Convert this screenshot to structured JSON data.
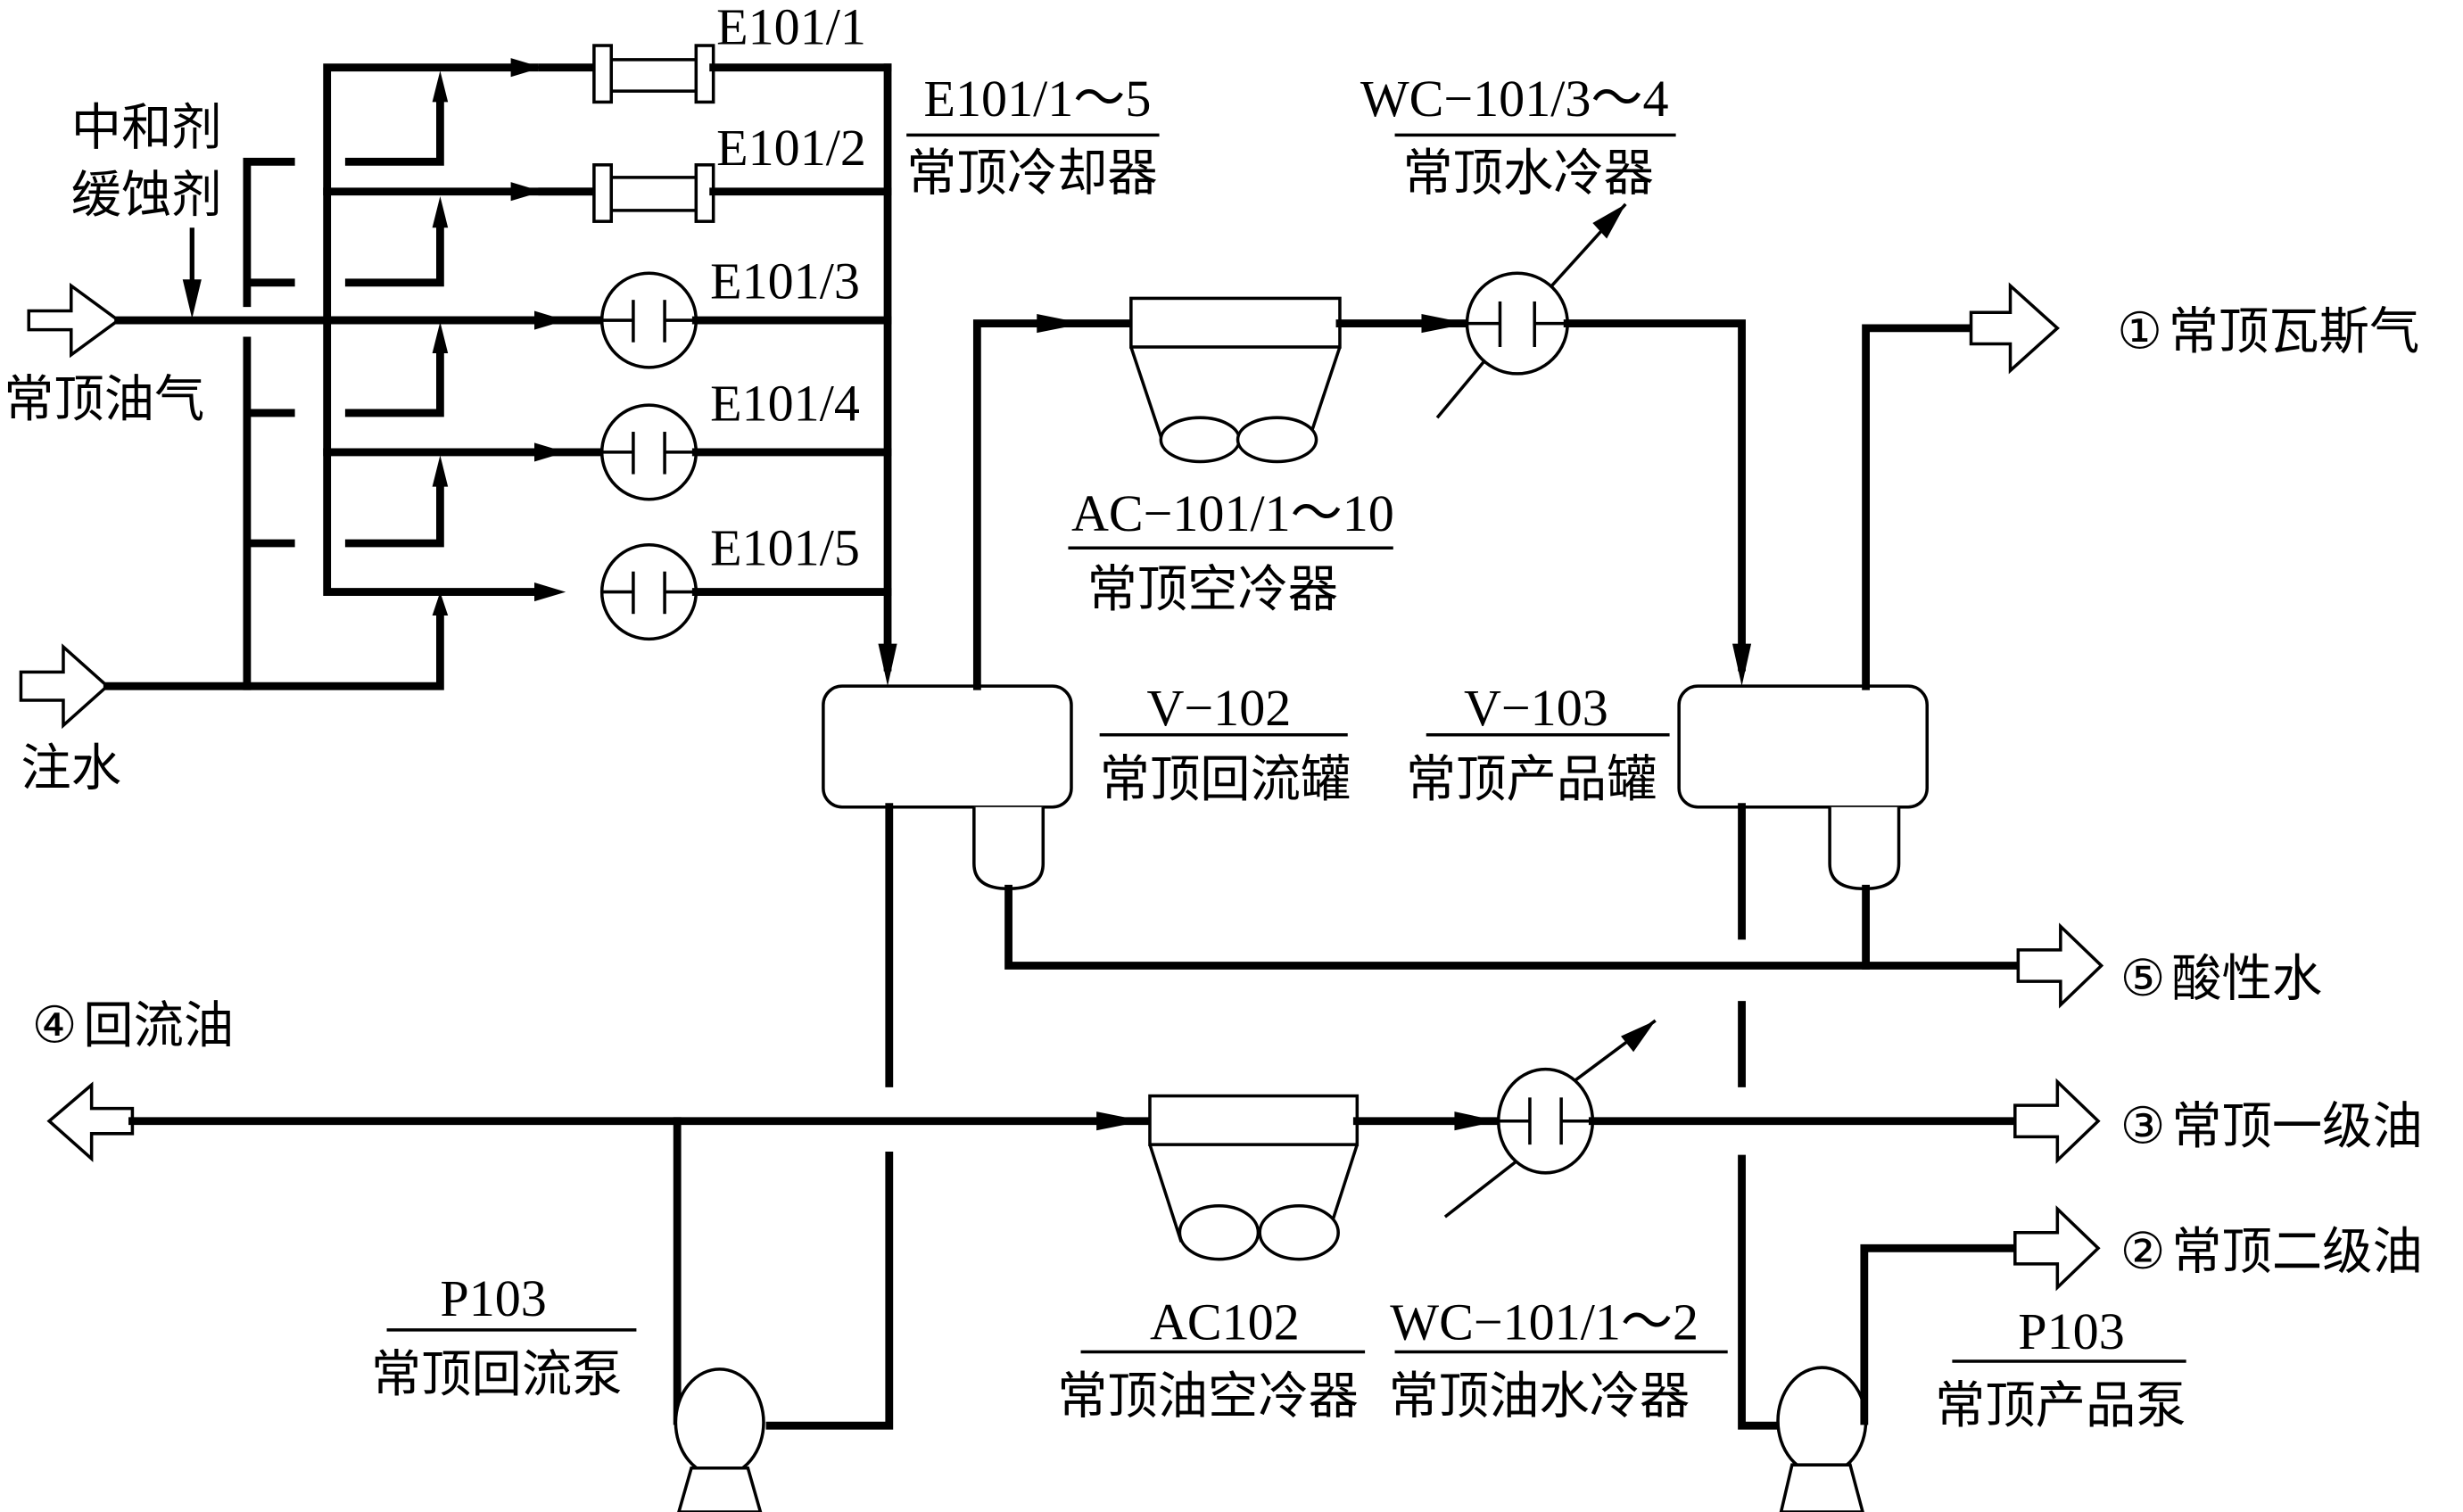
{
  "title": "常顶油气冷凝冷却流程",
  "inputs": {
    "overhead_vapor": "常顶油气",
    "injection_water": "注水",
    "additives_line1": "中和剂",
    "additives_line2": "缓蚀剂"
  },
  "equipment": {
    "e101_1": "E101/1",
    "e101_2": "E101/2",
    "e101_3": "E101/3",
    "e101_4": "E101/4",
    "e101_5": "E101/5",
    "e101_group": {
      "tag": "E101/1～5",
      "name": "常顶冷却器"
    },
    "wc101_34": {
      "tag": "WC−101/3～4",
      "name": "常顶水冷器"
    },
    "ac101": {
      "tag": "AC−101/1～10",
      "name": "常顶空冷器"
    },
    "v102": {
      "tag": "V−102",
      "name": "常顶回流罐"
    },
    "v103": {
      "tag": "V−103",
      "name": "常顶产品罐"
    },
    "ac102": {
      "tag": "AC102",
      "name": "常顶油空冷器"
    },
    "wc101_12": {
      "tag": "WC−101/1～2",
      "name": "常顶油水冷器"
    },
    "p103_reflux": {
      "tag": "P103",
      "name": "常顶回流泵"
    },
    "p103_product": {
      "tag": "P103",
      "name": "常顶产品泵"
    }
  },
  "outputs": [
    {
      "num": "①",
      "label": "常顶瓦斯气"
    },
    {
      "num": "②",
      "label": "常顶二级油"
    },
    {
      "num": "③",
      "label": "常顶一级油"
    },
    {
      "num": "④",
      "label": "回流油"
    },
    {
      "num": "⑤",
      "label": "酸性水"
    }
  ]
}
